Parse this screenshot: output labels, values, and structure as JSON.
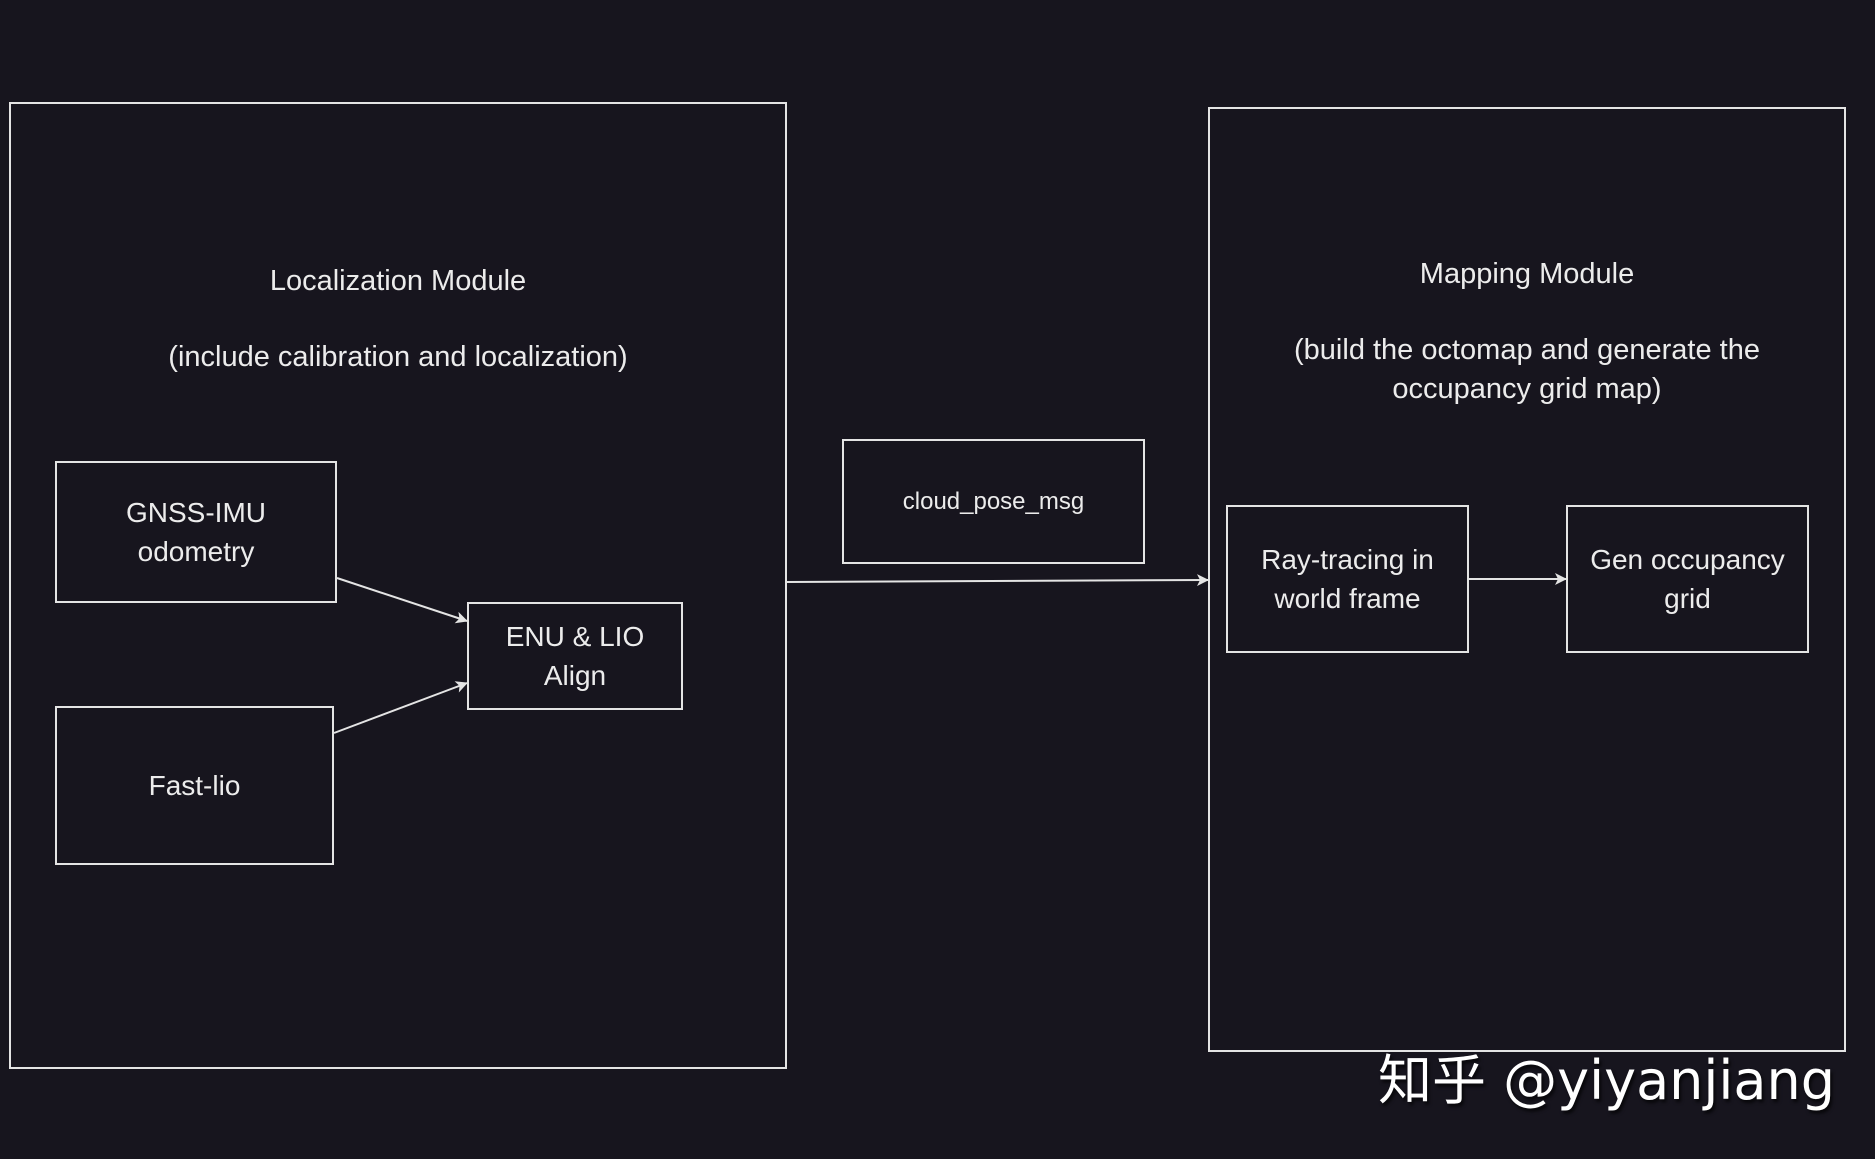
{
  "colors": {
    "background": "#17151e",
    "line": "#e4e4e4",
    "text": "#ececec"
  },
  "localization_module": {
    "title": "Localization Module",
    "subtitle": "(include calibration and localization)",
    "nodes": {
      "gnss": {
        "line1": "GNSS-IMU",
        "line2": "odometry"
      },
      "fastlio": {
        "label": "Fast-lio"
      },
      "align": {
        "line1": "ENU & LIO",
        "line2": "Align"
      }
    }
  },
  "message": {
    "label": "cloud_pose_msg"
  },
  "mapping_module": {
    "title": "Mapping Module",
    "subtitle_line1": "(build the octomap and generate the",
    "subtitle_line2": "occupancy grid map)",
    "nodes": {
      "raytracing": {
        "line1": "Ray-tracing in",
        "line2": "world frame"
      },
      "gen_grid": {
        "line1": "Gen occupancy",
        "line2": "grid"
      }
    }
  },
  "edges": [
    {
      "from": "GNSS-IMU odometry",
      "to": "ENU & LIO Align"
    },
    {
      "from": "Fast-lio",
      "to": "ENU & LIO Align"
    },
    {
      "from": "Localization Module",
      "to": "Mapping Module",
      "label": "cloud_pose_msg"
    },
    {
      "from": "Ray-tracing in world frame",
      "to": "Gen occupancy grid"
    }
  ],
  "watermark": "知乎 @yiyanjiang"
}
